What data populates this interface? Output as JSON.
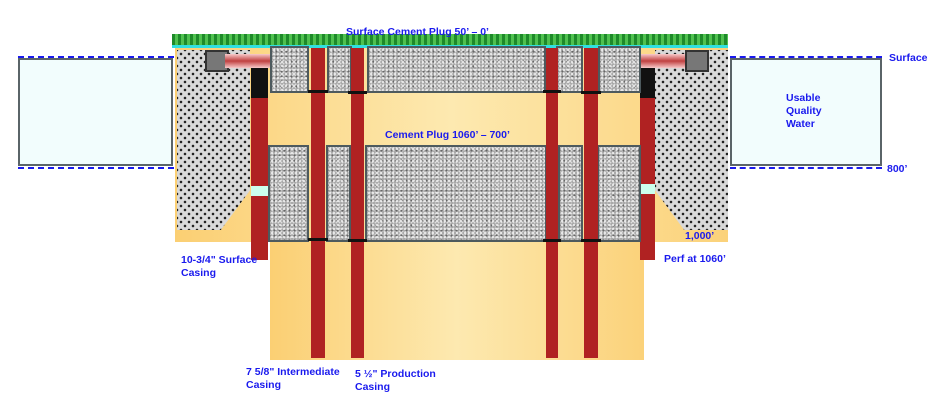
{
  "labels": {
    "surface_plug": "Surface Cement Plug 50’ – 0’",
    "cement_plug": "Cement Plug 1060’ – 700’",
    "surface": "Surface",
    "usable_water": [
      "Usable",
      "Quality",
      "Water"
    ],
    "depth_800": "800’",
    "depth_1000": "1,000’",
    "perf": "Perf at 1060’",
    "surface_casing": [
      "10-3/4\" Surface",
      "Casing"
    ],
    "intermediate_casing": [
      "7 5/8\" Intermediate",
      "Casing"
    ],
    "production_casing": [
      "5 ½\" Production",
      "Casing"
    ]
  },
  "colors": {
    "label": "#1a1aee",
    "pipe": "#b02222",
    "water": "#f2fdfd"
  }
}
